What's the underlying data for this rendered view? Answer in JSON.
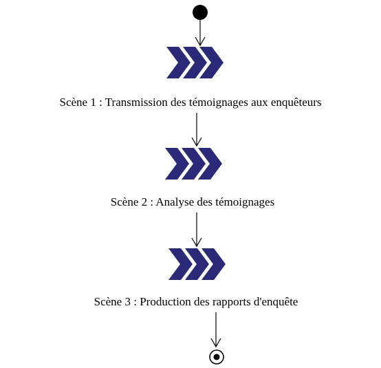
{
  "diagram": {
    "scenes": [
      {
        "label": "Scène 1 : Transmission des témoignages aux enquêteurs"
      },
      {
        "label": "Scène 2 : Analyse des témoignages"
      },
      {
        "label": "Scène 3 : Production des rapports d'enquête"
      }
    ],
    "colors": {
      "chevron": "#2a2a78",
      "line": "#000000",
      "node": "#000000"
    },
    "icons": {
      "start": "start-node-icon",
      "scene": "chevron-process-icon",
      "end": "end-node-icon"
    }
  }
}
